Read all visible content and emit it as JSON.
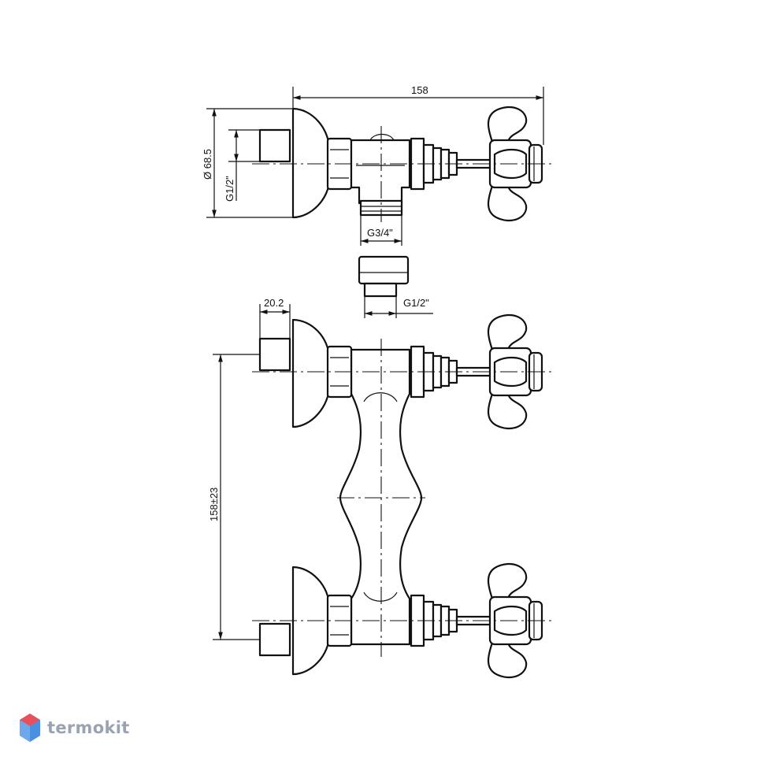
{
  "dimensions": {
    "overall_length": "158",
    "flange_diameter": "Ø 68.5",
    "inlet_thread": "G1/2\"",
    "outlet_thread": "G3/4\"",
    "adapter_thread": "G1/2\"",
    "inlet_depth": "20.2",
    "center_distance": "158±23"
  },
  "brand": {
    "name": "termokit",
    "logo_colors": [
      "#e8505b",
      "#4a90e2"
    ]
  }
}
